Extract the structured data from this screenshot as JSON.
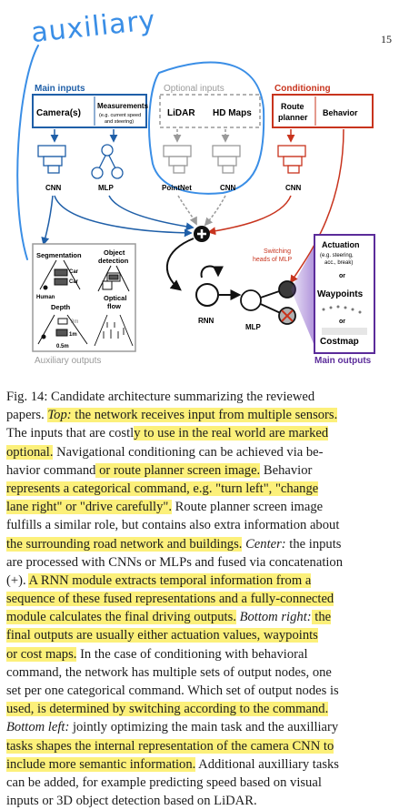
{
  "annotation": "auxiliary",
  "page_number": "15",
  "diagram": {
    "groups": {
      "main_inputs": "Main inputs",
      "optional_inputs": "Optional inputs",
      "conditioning": "Conditioning",
      "auxiliary_outputs": "Auxiliary outputs",
      "main_outputs": "Main outputs"
    },
    "inputs": {
      "camera": "Camera(s)",
      "measurements": "Measurements",
      "measurements_sub1": "(e.g. current speed",
      "measurements_sub2": "and steering)",
      "lidar": "LiDAR",
      "hdmaps": "HD Maps",
      "route1": "Route",
      "route2": "planner",
      "behavior": "Behavior"
    },
    "encoders": {
      "cnn1": "CNN",
      "mlp1": "MLP",
      "pointnet": "PointNet",
      "cnn2": "CNN",
      "cnn3": "CNN"
    },
    "aux": {
      "segmentation": "Segmentation",
      "object1": "Object",
      "object2": "detection",
      "car_a": "Car",
      "car_b": "Car",
      "human": "Human",
      "depth": "Depth",
      "optical1": "Optical",
      "optical2": "flow",
      "d3m": "3m",
      "d1m": "1m",
      "d05m": "0.5m"
    },
    "core": {
      "rnn": "RNN",
      "mlp": "MLP",
      "switch1": "Switching",
      "switch2": "heads of MLP"
    },
    "outputs": {
      "actuation": "Actuation",
      "act_sub1": "(e.g. steering,",
      "act_sub2": "acc., break)",
      "or1": "or",
      "waypoints": "Waypoints",
      "or2": "or",
      "costmap": "Costmap"
    },
    "colors": {
      "main": "#1f5fa8",
      "optional": "#9a9a9a",
      "conditioning": "#c8341e",
      "main_outputs": "#5b2c9a",
      "annotation": "#3a8ee6",
      "highlight": "#fcf07a"
    }
  },
  "caption": [
    [
      {
        "t": "Fig. 14: Candidate architecture summarizing the reviewed"
      }
    ],
    [
      {
        "t": "papers. "
      },
      {
        "t": "Top:",
        "h": true,
        "i": true
      },
      {
        "t": " the network receives input from multiple sensors.",
        "h": true
      }
    ],
    [
      {
        "t": "The inputs that are costl"
      },
      {
        "t": "y to use in the real world are marked",
        "h": true
      }
    ],
    [
      {
        "t": "optional.",
        "h": true
      },
      {
        "t": " Navigational conditioning can be achieved via be-"
      }
    ],
    [
      {
        "t": "havior command"
      },
      {
        "t": " or route planner screen image.",
        "h": true
      },
      {
        "t": " Behavior"
      }
    ],
    [
      {
        "t": "represents a categorical command, e.g. \"turn left\", \"change",
        "h": true
      }
    ],
    [
      {
        "t": "lane right\" or \"drive carefully\".",
        "h": true
      },
      {
        "t": " Route planner screen image"
      }
    ],
    [
      {
        "t": "fulfills a similar role, but contains also extra information about"
      }
    ],
    [
      {
        "t": "the surrounding road network and buildings.",
        "h": true
      },
      {
        "t": " "
      },
      {
        "t": "Center:",
        "i": true
      },
      {
        "t": " the inputs"
      }
    ],
    [
      {
        "t": "are processed with CNNs or MLPs and fused via concatenation"
      }
    ],
    [
      {
        "t": "(+). "
      },
      {
        "t": "A RNN module extracts temporal information from a",
        "h": true
      }
    ],
    [
      {
        "t": "sequence of these fused representations and a fully-connected",
        "h": true
      }
    ],
    [
      {
        "t": "module calculates the final driving outputs.",
        "h": true
      },
      {
        "t": " "
      },
      {
        "t": "Bottom right:",
        "i": true
      },
      {
        "t": " the",
        "h": true
      }
    ],
    [
      {
        "t": "final outputs are usually either actuation values, waypoints",
        "h": true
      }
    ],
    [
      {
        "t": "or cost maps.",
        "h": true
      },
      {
        "t": " In the case of conditioning with behavioral"
      }
    ],
    [
      {
        "t": "command, the network has multiple sets of output nodes, one"
      }
    ],
    [
      {
        "t": "set per one categorical command. Which set of output nodes is"
      }
    ],
    [
      {
        "t": "used, is determined by switching according to the command.",
        "h": true
      }
    ],
    [
      {
        "t": "Bottom left:",
        "i": true
      },
      {
        "t": " jointly optimizing the main task and the auxilliary"
      }
    ],
    [
      {
        "t": "tasks shapes the internal representation of the camera CNN to",
        "h": true
      }
    ],
    [
      {
        "t": "include more semantic information.",
        "h": true
      },
      {
        "t": " Additional auxilliary tasks"
      }
    ],
    [
      {
        "t": "can be added, for example predicting speed based on visual"
      }
    ],
    [
      {
        "t": "inputs or 3D object detection based on LiDAR."
      }
    ]
  ]
}
